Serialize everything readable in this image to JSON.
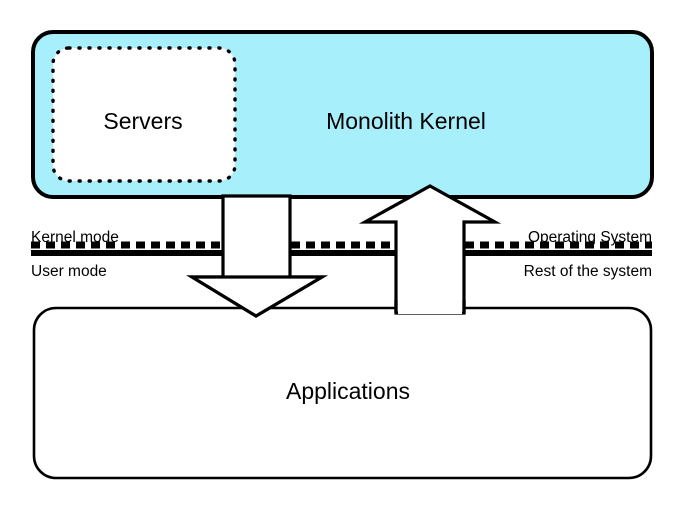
{
  "diagram": {
    "title": "Monolithic kernel architecture diagram",
    "colors": {
      "kernel_fill": "#a8effc",
      "stroke": "#000000",
      "box_fill": "#ffffff",
      "background": "#ffffff"
    },
    "kernel_box": {
      "label": "Monolith Kernel",
      "fill": "#a8effc"
    },
    "servers_box": {
      "label": "Servers",
      "border_style": "dotted",
      "fill": "#ffffff"
    },
    "applications_box": {
      "label": "Applications",
      "fill": "#ffffff"
    },
    "divider": {
      "above_left_label": "Kernel mode",
      "below_left_label": "User mode",
      "above_right_label": "Operating System",
      "below_right_label": "Rest of the system",
      "style": "dashed-thick-rule"
    },
    "arrows": {
      "down": {
        "name": "kernel-to-applications-arrow",
        "direction": "down",
        "from": "Monolith Kernel",
        "to": "Applications"
      },
      "up": {
        "name": "applications-to-kernel-arrow",
        "direction": "up",
        "from": "Applications",
        "to": "Monolith Kernel"
      }
    }
  }
}
